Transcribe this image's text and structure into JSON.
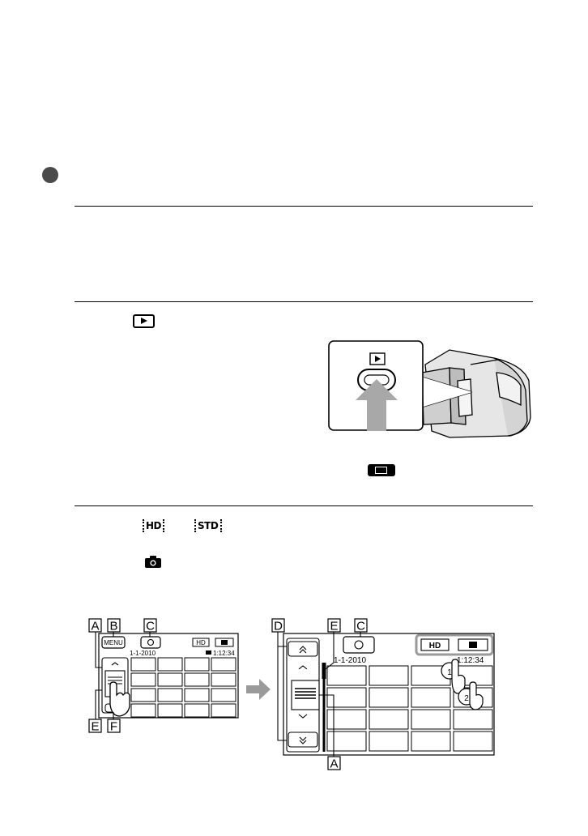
{
  "icons": {
    "step_bullet": "filled-circle",
    "play_button": "play-icon",
    "hd_label": "HD",
    "std_label": "STD",
    "camera": "camera-icon"
  },
  "diagram_left": {
    "callouts": [
      "A",
      "B",
      "C",
      "E",
      "F"
    ],
    "menu_label": "MENU",
    "date": "1-1-2010",
    "time": "1:12:34",
    "hd_tab": "HD"
  },
  "diagram_right": {
    "callouts": [
      "D",
      "E",
      "C",
      "A"
    ],
    "date": "1-1-2010",
    "time": "1:12:34",
    "hd_tab": "HD",
    "step_markers": [
      "1",
      "2"
    ]
  }
}
